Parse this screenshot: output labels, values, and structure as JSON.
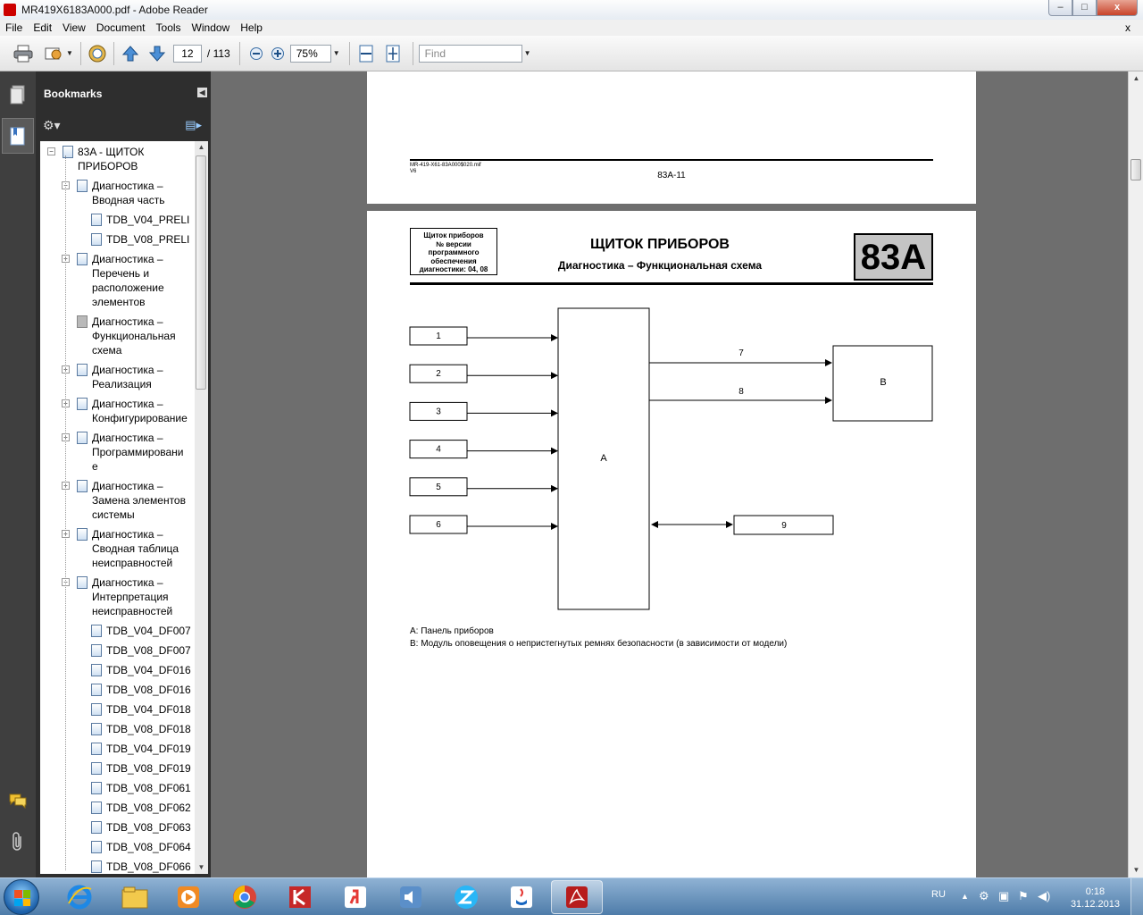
{
  "window": {
    "title": "MR419X6183A000.pdf - Adobe Reader",
    "controls": {
      "minimize": "–",
      "maximize": "□",
      "close": "x"
    }
  },
  "menu": [
    "File",
    "Edit",
    "View",
    "Document",
    "Tools",
    "Window",
    "Help"
  ],
  "menu_close": "x",
  "toolbar": {
    "page_current": "12",
    "page_total": "/ 113",
    "zoom": "75%",
    "find_placeholder": "Find"
  },
  "bookmarks": {
    "title": "Bookmarks",
    "items": [
      {
        "label": "83A - ЩИТОК\nПРИБОРОВ",
        "level": 0,
        "toggle": "−"
      },
      {
        "label": "Диагностика –\nВводная часть",
        "level": 1,
        "toggle": "−"
      },
      {
        "label": "TDB_V04_PRELI",
        "level": 2,
        "toggle": ""
      },
      {
        "label": "TDB_V08_PRELI",
        "level": 2,
        "toggle": ""
      },
      {
        "label": "Диагностика –\nПеречень и\nрасположение\nэлементов",
        "level": 1,
        "toggle": "+"
      },
      {
        "label": "Диагностика –\nФункциональная\nсхема",
        "level": 1,
        "toggle": "",
        "selected": true
      },
      {
        "label": "Диагностика –\nРеализация",
        "level": 1,
        "toggle": "+"
      },
      {
        "label": "Диагностика –\nКонфигурирование",
        "level": 1,
        "toggle": "+"
      },
      {
        "label": "Диагностика –\nПрограммировани\nе",
        "level": 1,
        "toggle": "+"
      },
      {
        "label": "Диагностика –\nЗамена элементов\nсистемы",
        "level": 1,
        "toggle": "+"
      },
      {
        "label": "Диагностика –\nСводная таблица\nнеисправностей",
        "level": 1,
        "toggle": "+"
      },
      {
        "label": "Диагностика –\nИнтерпретация\nнеисправностей",
        "level": 1,
        "toggle": "−"
      },
      {
        "label": "TDB_V04_DF007",
        "level": 2,
        "toggle": ""
      },
      {
        "label": "TDB_V08_DF007",
        "level": 2,
        "toggle": ""
      },
      {
        "label": "TDB_V04_DF016",
        "level": 2,
        "toggle": ""
      },
      {
        "label": "TDB_V08_DF016",
        "level": 2,
        "toggle": ""
      },
      {
        "label": "TDB_V04_DF018",
        "level": 2,
        "toggle": ""
      },
      {
        "label": "TDB_V08_DF018",
        "level": 2,
        "toggle": ""
      },
      {
        "label": "TDB_V04_DF019",
        "level": 2,
        "toggle": ""
      },
      {
        "label": "TDB_V08_DF019",
        "level": 2,
        "toggle": ""
      },
      {
        "label": "TDB_V08_DF061",
        "level": 2,
        "toggle": ""
      },
      {
        "label": "TDB_V08_DF062",
        "level": 2,
        "toggle": ""
      },
      {
        "label": "TDB_V08_DF063",
        "level": 2,
        "toggle": ""
      },
      {
        "label": "TDB_V08_DF064",
        "level": 2,
        "toggle": ""
      },
      {
        "label": "TDB_V08_DF066",
        "level": 2,
        "toggle": ""
      }
    ]
  },
  "page_prev": {
    "footer_code": "MR-419-X61-83A000$020.mif",
    "footer_version": "V6",
    "page_label": "83A-11"
  },
  "page_current": {
    "header_box": "Щиток приборов\n№ версии\nпрограммного\nобеспечения\nдиагностики: 04, 08",
    "title": "ЩИТОК ПРИБОРОВ",
    "subtitle": "Диагностика – Функциональная схема",
    "section": "83A",
    "diagram": {
      "inputs": [
        "1",
        "2",
        "3",
        "4",
        "5",
        "6"
      ],
      "central_block": "A",
      "right_block": "B",
      "links_to_b": [
        "7",
        "8"
      ],
      "bidirectional_box": "9"
    },
    "legend": [
      "A: Панель приборов",
      "B: Модуль оповещения о непристегнутых ремнях безопасности (в зависимости от модели)"
    ]
  },
  "taskbar": {
    "language": "RU",
    "time": "0:18",
    "date": "31.12.2013",
    "apps": [
      "internet-explorer",
      "file-explorer",
      "media-player",
      "chrome",
      "kaspersky",
      "yandex",
      "volume-app",
      "z-app",
      "java",
      "adobe-reader"
    ]
  }
}
